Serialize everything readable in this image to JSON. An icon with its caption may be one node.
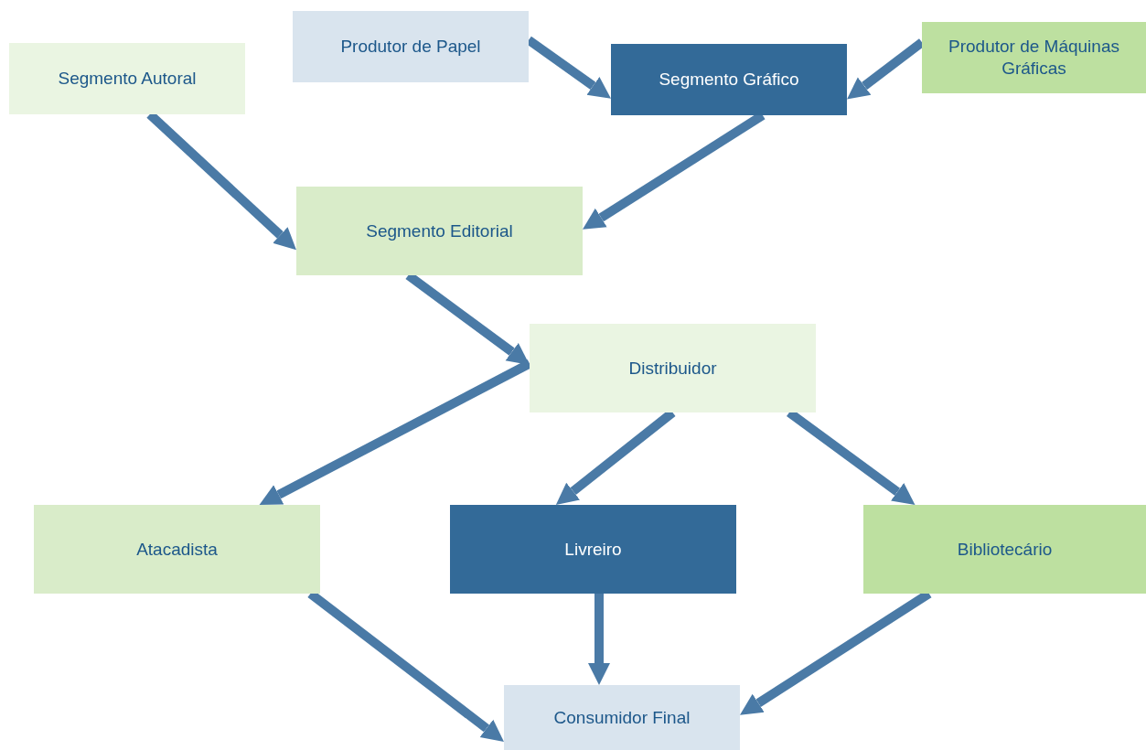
{
  "diagram": {
    "nodes": [
      {
        "text": [
          "Segmento Autoral"
        ]
      },
      {
        "text": [
          "Produtor de Papel"
        ]
      },
      {
        "text": [
          "Segmento Gráfico"
        ]
      },
      {
        "text": [
          "Produtor de Máquinas Gráficas"
        ]
      },
      {
        "text": [
          "Segmento Editorial"
        ]
      },
      {
        "text": [
          "Distribuidor"
        ]
      },
      {
        "text": [
          "Atacadista"
        ]
      },
      {
        "text": [
          "Livreiro"
        ]
      },
      {
        "text": [
          "Bibliotecário"
        ]
      },
      {
        "text": [
          "Consumidor Final"
        ]
      }
    ],
    "edges": [
      {
        "from": 0,
        "to": 4,
        "arrow": "to"
      },
      {
        "from": 1,
        "to": 2,
        "arrow": "to"
      },
      {
        "from": 3,
        "to": 2,
        "arrow": "to"
      },
      {
        "from": 2,
        "to": 4,
        "arrow": "to"
      },
      {
        "from": 4,
        "to": 5,
        "arrow": "to"
      },
      {
        "from": 5,
        "to": 6,
        "arrow": "to"
      },
      {
        "from": 5,
        "to": 7,
        "arrow": "to"
      },
      {
        "from": 5,
        "to": 8,
        "arrow": "to"
      },
      {
        "from": 6,
        "to": 9,
        "arrow": "to"
      },
      {
        "from": 7,
        "to": 9,
        "arrow": "to"
      },
      {
        "from": 8,
        "to": 9,
        "arrow": "to"
      }
    ]
  }
}
